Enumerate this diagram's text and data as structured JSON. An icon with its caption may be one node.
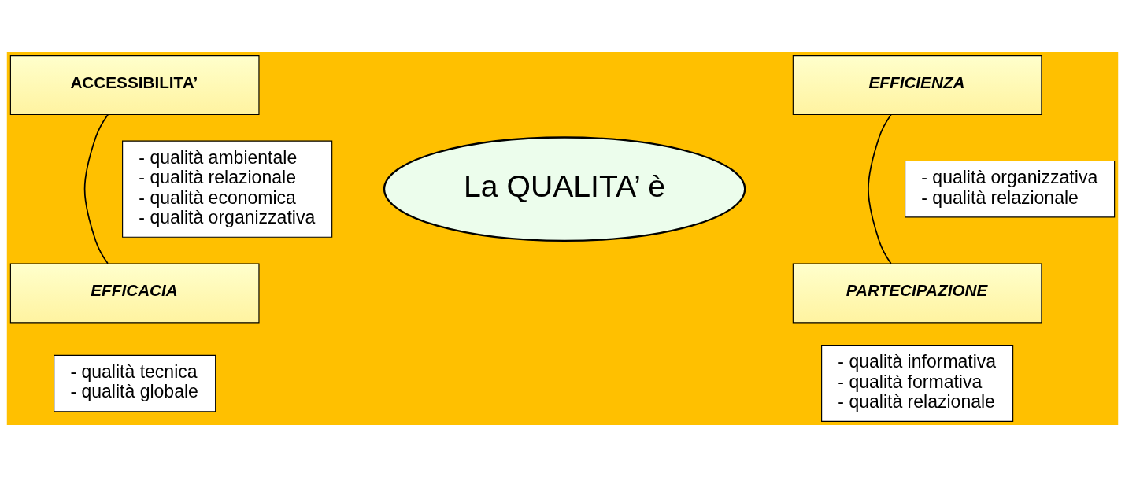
{
  "diagram": {
    "nodes": [
      {
        "text": [
          "ACCESSIBILITA’"
        ]
      },
      {
        "text": [
          "EFFICIENZA"
        ]
      },
      {
        "text": [
          "- qualità ambientale",
          "- qualità relazionale",
          "- qualità economica",
          "- qualità organizzativa"
        ]
      },
      {
        "text": [
          "La QUALITA’ è"
        ]
      },
      {
        "text": [
          "- qualità organizzativa",
          "- qualità relazionale"
        ]
      },
      {
        "text": [
          "EFFICACIA"
        ]
      },
      {
        "text": [
          "PARTECIPAZIONE"
        ]
      },
      {
        "text": [
          "- qualità tecnica",
          "- qualità globale"
        ]
      },
      {
        "text": [
          "- qualità informativa",
          "- qualità formativa",
          "- qualità relazionale"
        ]
      }
    ],
    "edges": [
      {
        "from": 0,
        "to": 5,
        "arrow": "none"
      },
      {
        "from": 1,
        "to": 6,
        "arrow": "none"
      }
    ]
  }
}
